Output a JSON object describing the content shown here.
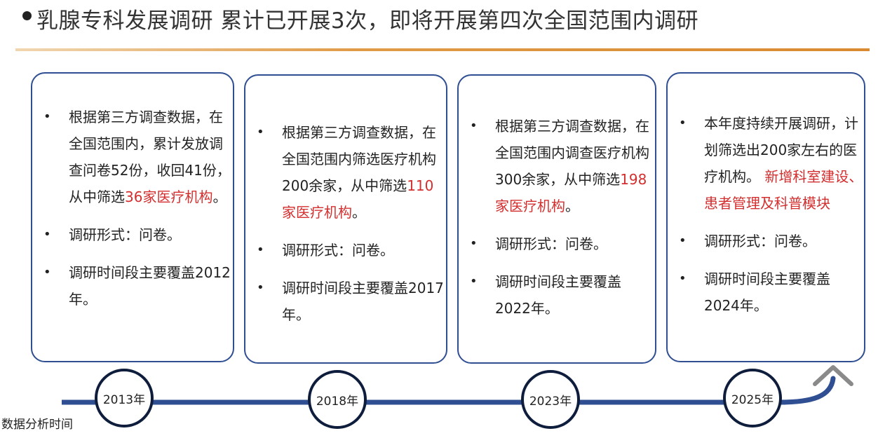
{
  "title": "乳腺专科发展调研 累计已开展3次，即将开展第四次全国范围内调研",
  "cards": [
    {
      "items": [
        {
          "text": "根据第三方调查数据，在全国范围内，累计发放调查问卷52份，收回41份，从中筛选",
          "highlight": "36家医疗机构",
          "tail": "。"
        },
        {
          "text": "调研形式：问卷。",
          "highlight": "",
          "tail": ""
        },
        {
          "text": "调研时间段主要覆盖2012年。",
          "highlight": "",
          "tail": ""
        }
      ]
    },
    {
      "items": [
        {
          "text": "根据第三方调查数据，在全国范围内筛选医疗机构200余家，从中筛选",
          "highlight": "110家医疗机构",
          "tail": "。"
        },
        {
          "text": "调研形式：问卷。",
          "highlight": "",
          "tail": ""
        },
        {
          "text": "调研时间段主要覆盖2017年。",
          "highlight": "",
          "tail": ""
        }
      ]
    },
    {
      "items": [
        {
          "text": "根据第三方调查数据，在全国范围内调查医疗机构300余家，从中筛选",
          "highlight": "198家医疗机构",
          "tail": "。"
        },
        {
          "text": "调研形式：问卷。",
          "highlight": "",
          "tail": ""
        },
        {
          "text": "调研时间段主要覆盖2022年。",
          "highlight": "",
          "tail": ""
        }
      ]
    },
    {
      "items": [
        {
          "text": "本年度持续开展调研，计划筛选出200家左右的医疗机构。",
          "highlight": " 新增科室建设、患者管理及科普模块",
          "tail": ""
        },
        {
          "text": "调研形式：问卷。",
          "highlight": "",
          "tail": ""
        },
        {
          "text": "调研时间段主要覆盖2024年。",
          "highlight": "",
          "tail": ""
        }
      ]
    }
  ],
  "years": [
    "2013年",
    "2018年",
    "2023年",
    "2025年"
  ],
  "footer_label": "数据分析时间",
  "colors": {
    "card_border": "#2f4f92",
    "timeline": "#2f4f92",
    "circle_border": "#0f1d3d",
    "highlight": "#d32f2f",
    "divider": "#e09a46",
    "arrow": "#8a8a8a"
  }
}
